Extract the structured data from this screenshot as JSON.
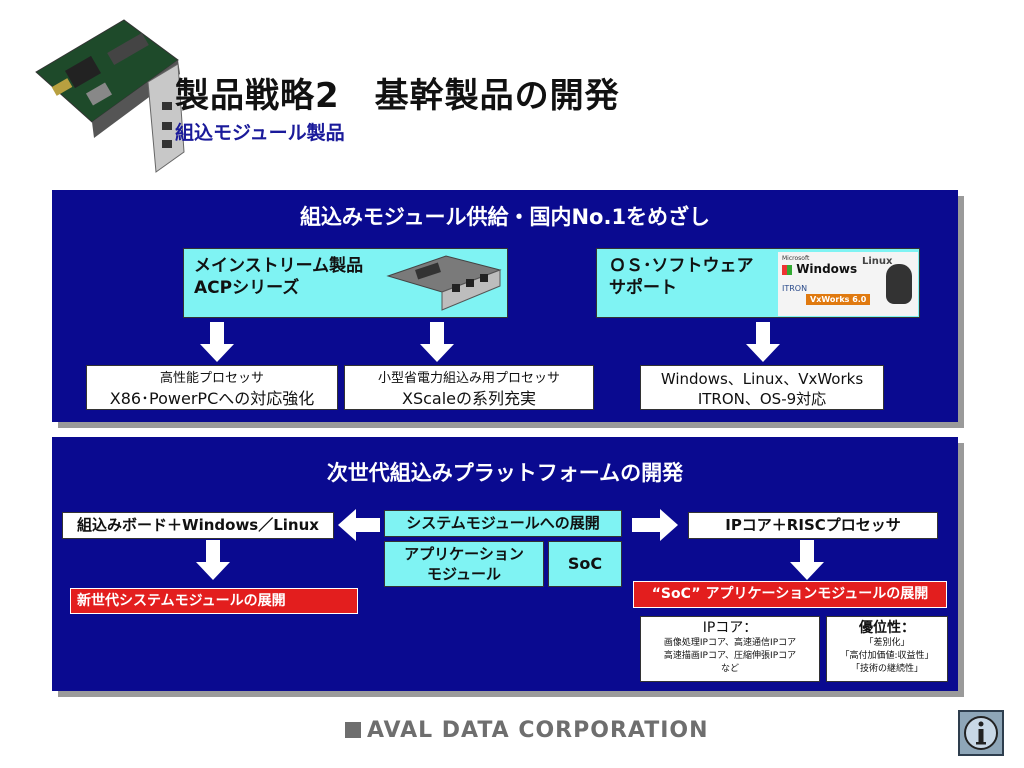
{
  "header": {
    "title": "製品戦略2　基幹製品の開発",
    "subtitle": "組込モジュール製品"
  },
  "panel1": {
    "title": "組込みモジュール供給・国内No.1をめざし",
    "box_acp": {
      "line1": "メインストリーム製品",
      "line2": "ACPシリーズ"
    },
    "box_os": {
      "line1": "ＯＳ･ソフトウェア",
      "line2": "サポート",
      "logo_windows": "Windows",
      "logo_microsoft": "Microsoft",
      "logo_vxworks": "VxWorks 6.0",
      "logo_itron": "ITRON",
      "logo_linux": "Linux"
    },
    "box_x86": {
      "line1": "高性能プロセッサ",
      "line2": "X86･PowerPCへの対応強化"
    },
    "box_xscale": {
      "line1": "小型省電力組込み用プロセッサ",
      "line2": "XScaleの系列充実"
    },
    "box_windows": {
      "line1": "Windows、Linux、VxWorks",
      "line2": "ITRON、OS-9対応"
    }
  },
  "panel2": {
    "title": "次世代組込みプラットフォームの開発",
    "left_label": "組込みボード＋Windows／Linux",
    "center_label": "システムモジュールへの展開",
    "app_module": {
      "line1": "アプリケーション",
      "line2": "モジュール"
    },
    "soc_label": "SoC",
    "right_label": "IPコア＋RISCプロセッサ",
    "red_left": "新世代システムモジュールの展開",
    "red_right": "“SoC” アプリケーションモジュールの展開",
    "ipcore": {
      "title": "IPコア：",
      "line1": "画像処理IPコア、高速通信IPコア",
      "line2": "高速描画IPコア、圧縮伸張IPコア",
      "line3": "など"
    },
    "advantage": {
      "title": "優位性：",
      "line1": "「差別化」",
      "line2": "「高付加価値:収益性」",
      "line3": "「技術の継続性」"
    }
  },
  "footer": {
    "company": "AVAL DATA CORPORATION"
  },
  "colors": {
    "panel": "#0a0a90",
    "cyan": "#7ff3f3",
    "red": "#e31e1e",
    "subtitle": "#1a1a9a"
  }
}
